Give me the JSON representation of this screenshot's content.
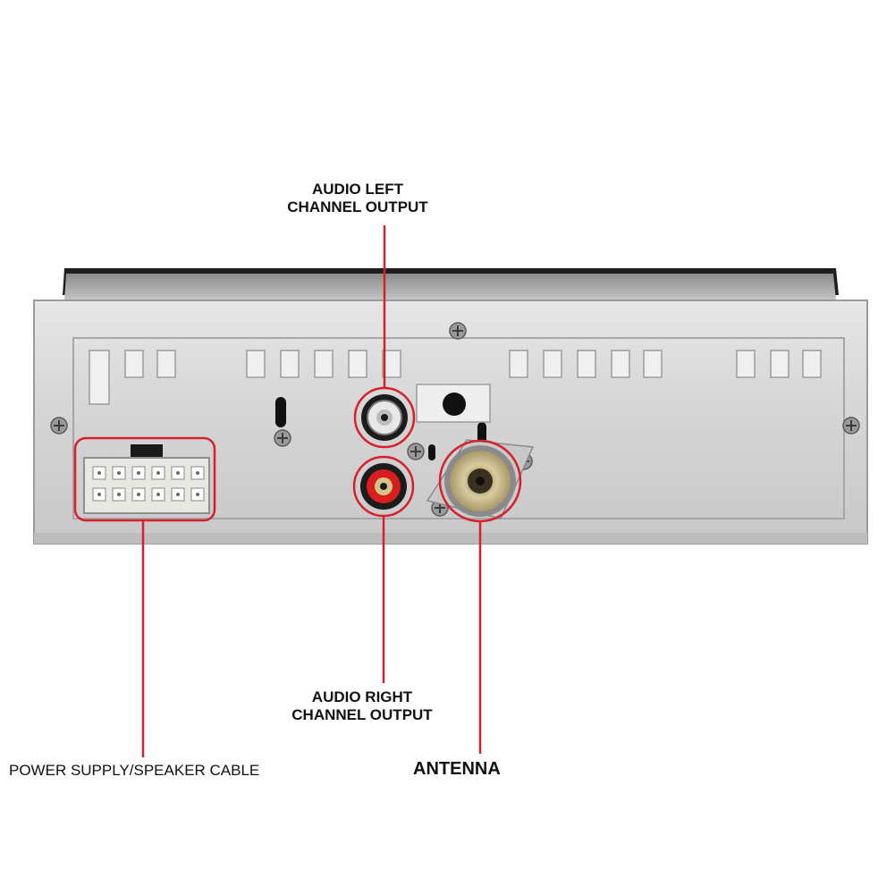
{
  "labels": {
    "audio_left_line1": "AUDIO LEFT",
    "audio_left_line2": "CHANNEL OUTPUT",
    "audio_right_line1": "AUDIO RIGHT",
    "audio_right_line2": "CHANNEL OUTPUT",
    "power_supply": "POWER SUPPLY/SPEAKER CABLE",
    "antenna": "ANTENNA"
  },
  "colors": {
    "callout": "#d6202a",
    "panel": "#dcdcdc",
    "panel_dark": "#b8b8b8",
    "rca_right": "#d81e1e",
    "antenna_jack": "#c9bc8c"
  }
}
